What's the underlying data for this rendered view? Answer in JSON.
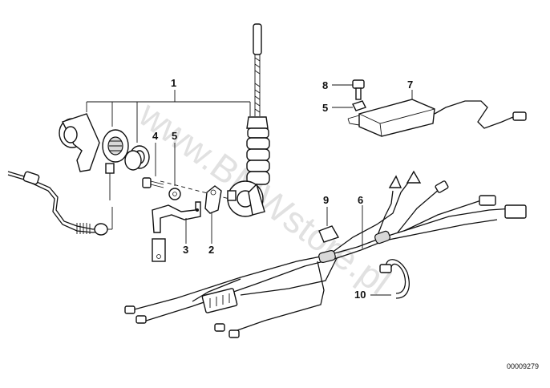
{
  "callouts": {
    "c1": "1",
    "c2": "2",
    "c3": "3",
    "c4": "4",
    "c5a": "5",
    "c5b": "5",
    "c6": "6",
    "c7": "7",
    "c8": "8",
    "c9": "9",
    "c10": "10"
  },
  "diagram_code": "00009279",
  "watermark": "www.BMWstore.pl"
}
